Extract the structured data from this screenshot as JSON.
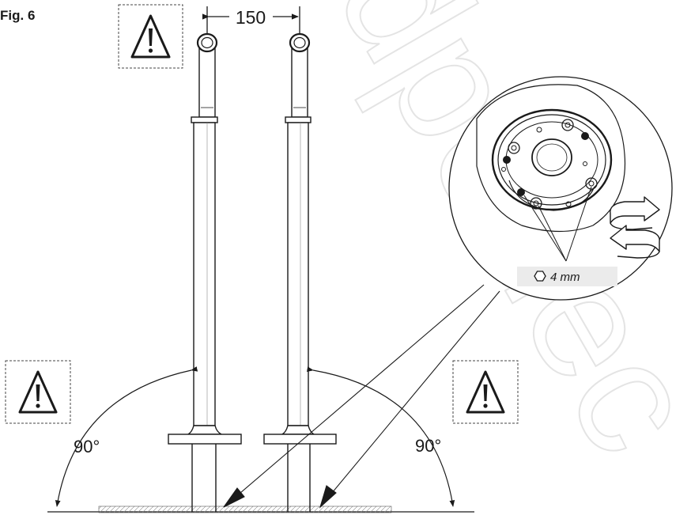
{
  "figure": {
    "title": "Fig. 6",
    "spacing_label": "150",
    "angle_left": "90°",
    "angle_right": "90°",
    "tool_label": "4 mm",
    "tool_icon": "hex-key-icon",
    "warning_icon": "warning-triangle-icon",
    "watermark": "dpo-lec"
  }
}
